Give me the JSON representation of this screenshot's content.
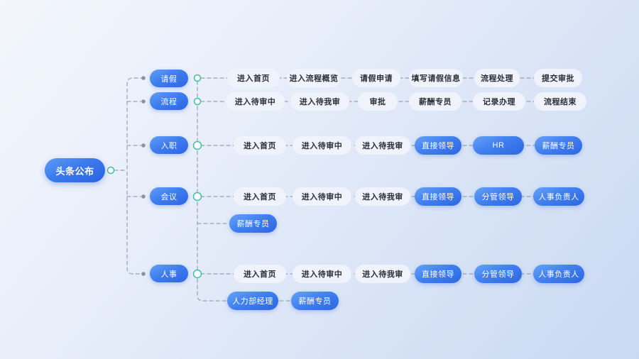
{
  "colors": {
    "background_start": "#f3f6fc",
    "background_end": "#c9d9f2",
    "node_blue_top": "#66a2f7",
    "node_blue_bottom": "#2e66e2",
    "node_light_bg": "#f0f3fb",
    "node_light_text": "#2b2f38",
    "connector": "#98a2b3",
    "junction_dot": "#8b93a1",
    "port_ring": "#3fbfa0"
  },
  "root": {
    "label": "头条公布"
  },
  "branches": [
    {
      "label": "请假",
      "chain": [
        {
          "label": "进入首页",
          "style": "light"
        },
        {
          "label": "进入流程概览",
          "style": "light"
        },
        {
          "label": "请假申请",
          "style": "light"
        },
        {
          "label": "填写请假信息",
          "style": "light"
        },
        {
          "label": "流程处理",
          "style": "light"
        },
        {
          "label": "提交审批",
          "style": "light"
        }
      ],
      "sub": []
    },
    {
      "label": "流程",
      "chain": [
        {
          "label": "进入待审中",
          "style": "light"
        },
        {
          "label": "进入待我审",
          "style": "light"
        },
        {
          "label": "审批",
          "style": "light"
        },
        {
          "label": "薪酬专员",
          "style": "light"
        },
        {
          "label": "记录办理",
          "style": "light"
        },
        {
          "label": "流程结束",
          "style": "light"
        }
      ],
      "sub": []
    },
    {
      "label": "入职",
      "chain": [
        {
          "label": "进入首页",
          "style": "light"
        },
        {
          "label": "进入待审中",
          "style": "light"
        },
        {
          "label": "进入待我审",
          "style": "light"
        },
        {
          "label": "直接领导",
          "style": "blue"
        },
        {
          "label": "HR",
          "style": "blue"
        },
        {
          "label": "薪酬专员",
          "style": "blue"
        }
      ],
      "sub": []
    },
    {
      "label": "会议",
      "chain": [
        {
          "label": "进入首页",
          "style": "light"
        },
        {
          "label": "进入待审中",
          "style": "light"
        },
        {
          "label": "进入待我审",
          "style": "light"
        },
        {
          "label": "直接领导",
          "style": "blue"
        },
        {
          "label": "分管领导",
          "style": "blue"
        },
        {
          "label": "人事负责人",
          "style": "blue"
        }
      ],
      "sub": [
        {
          "label": "薪酬专员",
          "style": "blue"
        }
      ]
    },
    {
      "label": "人事",
      "chain": [
        {
          "label": "进入首页",
          "style": "light"
        },
        {
          "label": "进入待审中",
          "style": "light"
        },
        {
          "label": "进入待我审",
          "style": "light"
        },
        {
          "label": "直接领导",
          "style": "blue"
        },
        {
          "label": "分管领导",
          "style": "blue"
        },
        {
          "label": "人事负责人",
          "style": "blue"
        }
      ],
      "sub": [
        {
          "label": "人力部经理",
          "style": "blue"
        },
        {
          "label": "薪酬专员",
          "style": "blue"
        }
      ]
    }
  ]
}
